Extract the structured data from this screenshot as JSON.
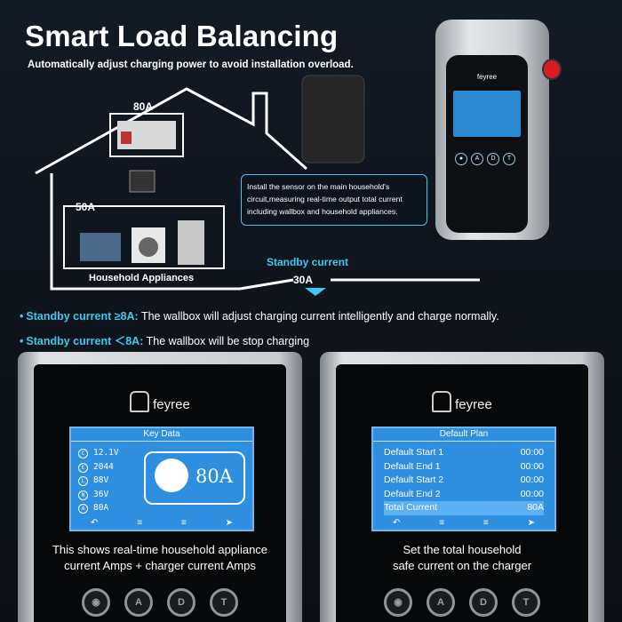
{
  "header": {
    "title": "Smart Load Balancing",
    "subtitle": "Automatically adjust charging power to avoid installation overload."
  },
  "diagram": {
    "house_amp": "80A",
    "appliance_amp": "50A",
    "appliance_label": "Household Appliances",
    "standby_label": "Standby current",
    "standby_amp": "30A",
    "note": "Install the sensor on the main household's circuit,measuring real-time output total current including wallbox and household appliances."
  },
  "wallbox": {
    "brand": "feyree",
    "buttons": [
      "A",
      "D",
      "T"
    ]
  },
  "bullets": [
    {
      "highlight": "Standby current ≥8A:",
      "text": " The wallbox will adjust charging current intelligently and charge normally."
    },
    {
      "highlight": "Standby current ＜8A:",
      "text": " The wallbox will be stop charging"
    }
  ],
  "panel_left": {
    "brand": "feyree",
    "screen_title": "Key Data",
    "rows": [
      {
        "icon": "C",
        "value": "12.1V"
      },
      {
        "icon": "E",
        "value": "2044"
      },
      {
        "icon": "L",
        "value": "88V"
      },
      {
        "icon": "N",
        "value": "36V"
      },
      {
        "icon": "A",
        "value": "80A"
      }
    ],
    "big_value": "80A",
    "caption_line1": "This shows real-time household appliance",
    "caption_line2": "current Amps + charger current Amps",
    "keys": [
      "",
      "A",
      "D",
      "T"
    ]
  },
  "panel_right": {
    "brand": "feyree",
    "screen_title": "Default Plan",
    "rows": [
      {
        "label": "Default Start 1",
        "value": "00:00"
      },
      {
        "label": "Default End 1",
        "value": "00:00"
      },
      {
        "label": "Default Start 2",
        "value": "00:00"
      },
      {
        "label": "Default End 2",
        "value": "00:00"
      },
      {
        "label": "Total Current",
        "value": "80A"
      }
    ],
    "caption_line1": "Set the total household",
    "caption_line2": "safe current  on the charger",
    "keys": [
      "",
      "A",
      "D",
      "T"
    ]
  },
  "colors": {
    "accent": "#3fc8f0",
    "screen": "#2e8fe0",
    "alert": "#d81d22"
  }
}
